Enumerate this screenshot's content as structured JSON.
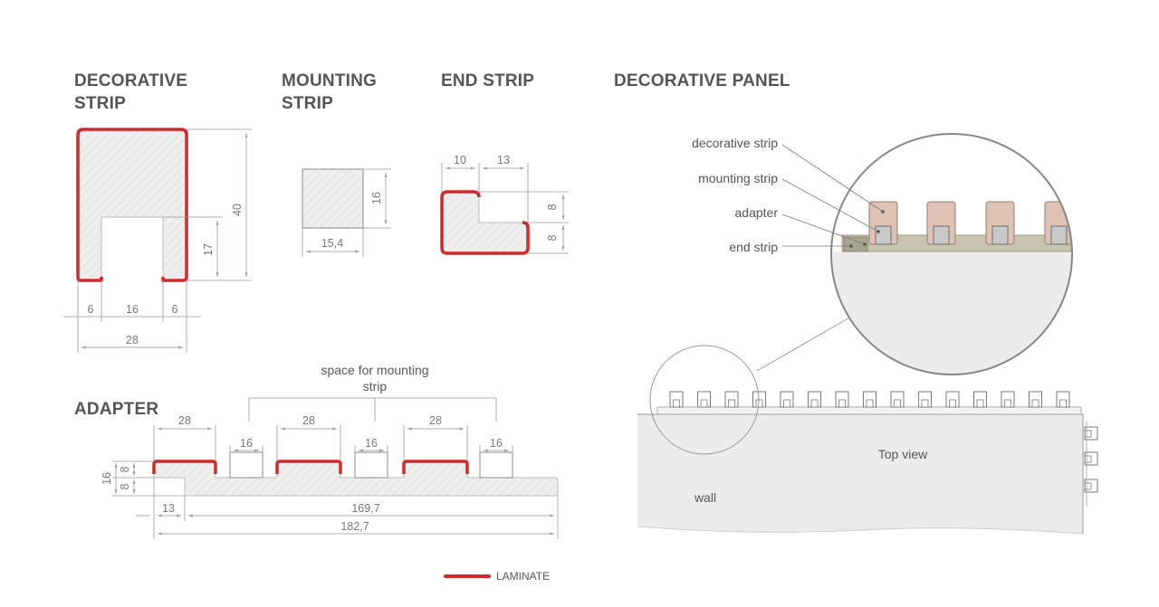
{
  "headings": {
    "decorative_strip_line1": "DECORATIVE",
    "decorative_strip_line2": "STRIP",
    "mounting_strip_line1": "MOUNTING",
    "mounting_strip_line2": "STRIP",
    "end_strip": "END STRIP",
    "decorative_panel": "DECORATIVE PANEL",
    "adapter": "ADAPTER"
  },
  "decorative_strip_dims": {
    "height": "40",
    "slot_depth": "17",
    "left_leg": "6",
    "slot_width": "16",
    "right_leg": "6",
    "total_width": "28"
  },
  "mounting_strip_dims": {
    "height": "16",
    "width": "15,4"
  },
  "end_strip_dims": {
    "left_width": "10",
    "right_width": "13",
    "upper_height": "8",
    "lower_height": "8"
  },
  "adapter_dims": {
    "space_label_line1": "space for mounting",
    "space_label_line2": "strip",
    "width_1": "28",
    "width_2": "28",
    "width_3": "28",
    "gap_1": "16",
    "gap_2": "16",
    "gap_3": "16",
    "total_height": "16",
    "upper_height": "8",
    "lower_height": "8",
    "offset": "13",
    "inner_length": "169,7",
    "total_length": "182,7"
  },
  "panel_labels": {
    "decorative_strip": "decorative strip",
    "mounting_strip": "mounting strip",
    "adapter": "adapter",
    "end_strip": "end strip",
    "top_view": "Top view",
    "wall": "wall"
  },
  "legend": {
    "laminate": "LAMINATE"
  },
  "colors": {
    "laminate": "#d12a2a",
    "hatch": "#e6e6e6",
    "dimension_line": "#999999",
    "heading": "#555555",
    "decorative_strip_fill": "#dfc2b2",
    "mounting_strip_fill": "#c9c9c9",
    "adapter_fill": "#c9c4ad",
    "wall_fill": "#ececec"
  }
}
